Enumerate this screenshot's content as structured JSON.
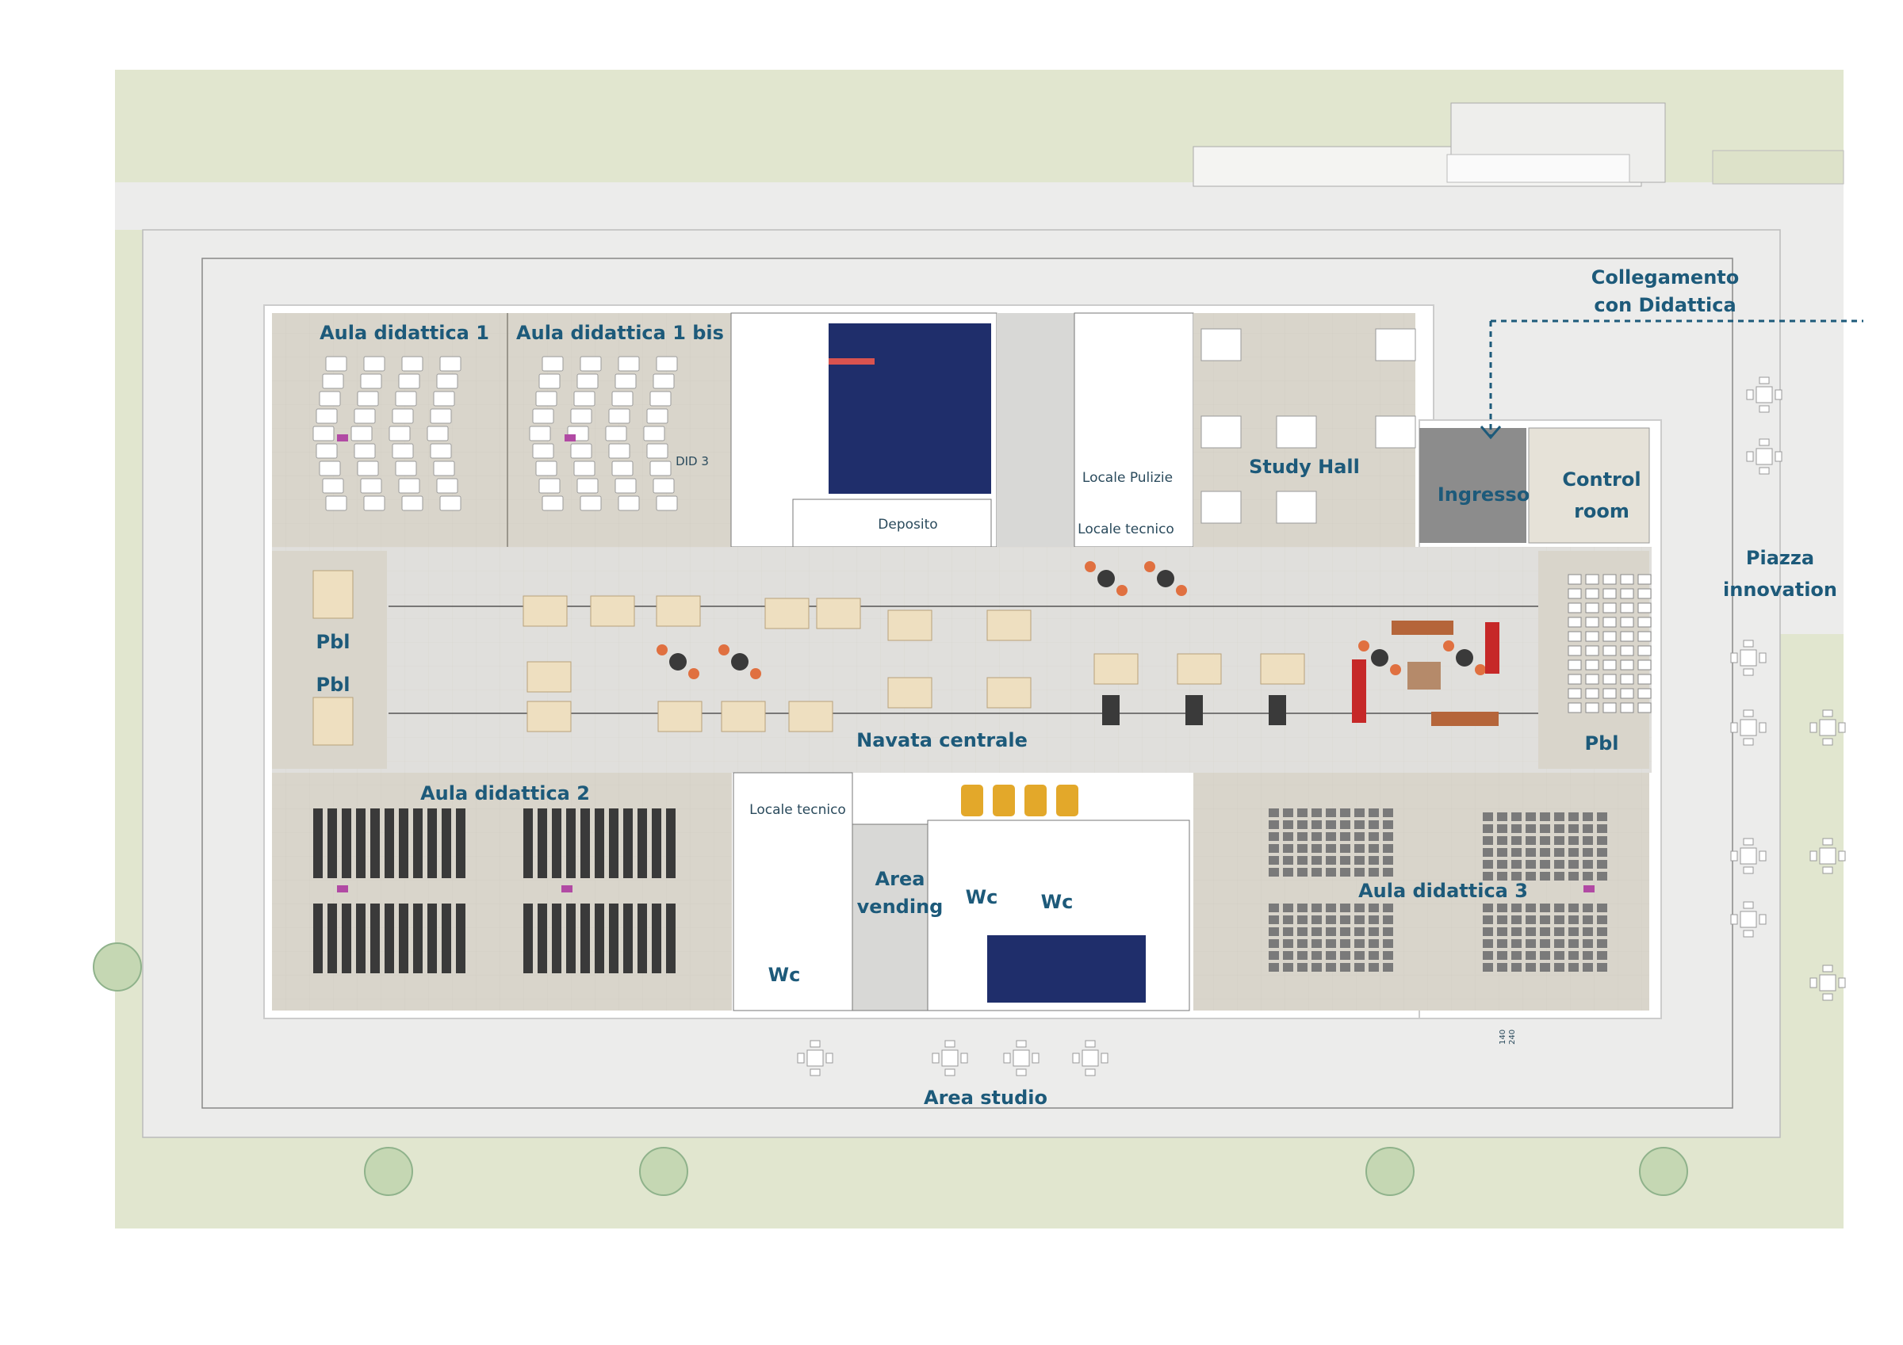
{
  "labels": {
    "aula1": "Aula didattica 1",
    "aula1bis": "Aula didattica 1 bis",
    "did3": "DID 3",
    "deposito": "Deposito",
    "locale_pulizie": "Locale Pulizie",
    "locale_tecnico_top": "Locale tecnico",
    "study_hall": "Study Hall",
    "ingresso": "Ingresso",
    "control_room_1": "Control",
    "control_room_2": "room",
    "collegamento_1": "Collegamento",
    "collegamento_2": "con Didattica",
    "piazza_1": "Piazza",
    "piazza_2": "innovation",
    "pbl_top": "Pbl",
    "pbl_mid": "Pbl",
    "pbl_right": "Pbl",
    "navata": "Navata centrale",
    "aula2": "Aula didattica 2",
    "locale_tecnico_bottom": "Locale tecnico",
    "area_vending_1": "Area",
    "area_vending_2": "vending",
    "wc_1": "Wc",
    "wc_2": "Wc",
    "wc_3": "Wc",
    "aula3": "Aula didattica 3",
    "area_studio": "Area studio",
    "dim_1": "140",
    "dim_2": "240"
  },
  "colors": {
    "label": "#1d5a7a",
    "green": "#e1e6cf",
    "road": "#ececeb",
    "room": "#d9d5cb",
    "corridor": "#e0dfdc",
    "navy": "#1f2e6b",
    "ingresso": "#8c8c8c",
    "table": "#eedfc0",
    "orange": "#e07040",
    "red": "#c62828",
    "brown": "#b5653a",
    "yellow": "#e3a82a",
    "dark_chair": "#3a3a3a"
  }
}
